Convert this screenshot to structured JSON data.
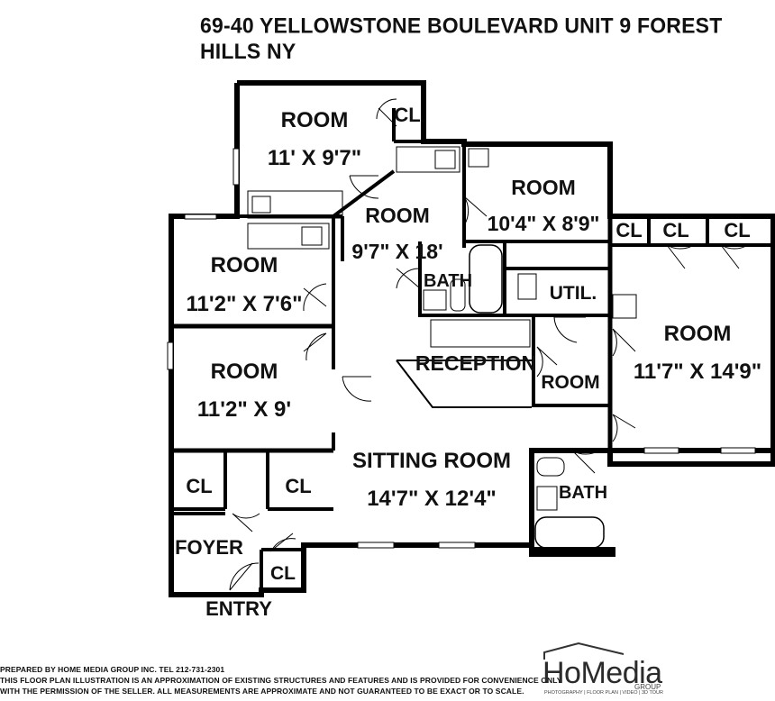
{
  "title": "69-40 YELLOWSTONE BOULEVARD UNIT 9 FOREST HILLS NY",
  "rooms": {
    "room_top_left": {
      "name": "ROOM",
      "size": "11' X 9'7\""
    },
    "room_center": {
      "name": "ROOM",
      "size": "9'7\" X 18'"
    },
    "room_top_right": {
      "name": "ROOM",
      "size": "10'4\" X 8'9\""
    },
    "room_left_1": {
      "name": "ROOM",
      "size": "11'2\" X 7'6\""
    },
    "room_left_2": {
      "name": "ROOM",
      "size": "11'2\" X 9'"
    },
    "room_right": {
      "name": "ROOM",
      "size": "11'7\" X 14'9\""
    },
    "room_small": {
      "name": "ROOM"
    },
    "sitting_room": {
      "name": "SITTING ROOM",
      "size": "14'7\" X 12'4\""
    },
    "reception": {
      "name": "RECEPTION"
    },
    "bath_top": {
      "name": "BATH"
    },
    "bath_bottom": {
      "name": "BATH"
    },
    "util": {
      "name": "UTIL."
    },
    "foyer": {
      "name": "FOYER"
    },
    "entry": {
      "name": "ENTRY"
    },
    "closet": "CL"
  },
  "footer": {
    "line1": "PREPARED BY  HOME MEDIA GROUP INC.  TEL 212-731-2301",
    "line2": "THIS FLOOR PLAN ILLUSTRATION IS AN APPROXIMATION OF EXISTING STRUCTURES AND FEATURES AND IS PROVIDED FOR CONVENIENCE ONLY",
    "line3": "WITH THE PERMISSION OF THE SELLER. ALL MEASUREMENTS ARE APPROXIMATE AND NOT GUARANTEED TO BE EXACT OR TO SCALE."
  },
  "logo": {
    "name": "HoMedia",
    "sub": "GROUP",
    "tagline": "PHOTOGRAPHY | FLOOR PLAN | VIDEO | 3D TOUR"
  }
}
